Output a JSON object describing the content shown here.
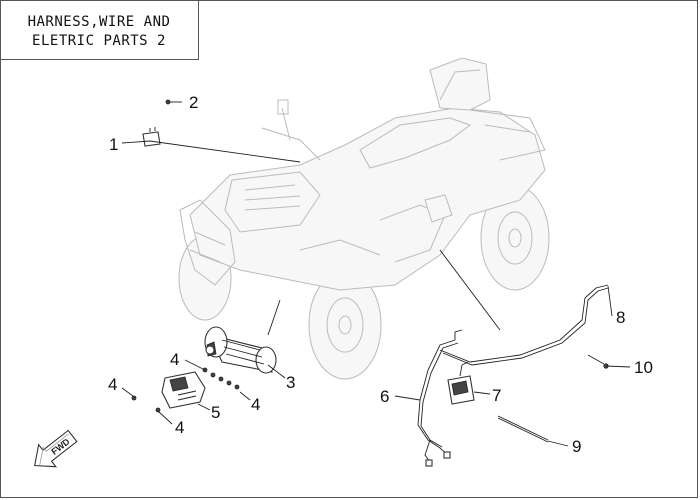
{
  "title": {
    "line1": "HARNESS,WIRE AND",
    "line2": "ELETRIC PARTS 2"
  },
  "direction_arrow": {
    "label": "FWD"
  },
  "callouts": [
    "1",
    "2",
    "3",
    "4",
    "4",
    "4",
    "4",
    "5",
    "6",
    "7",
    "8",
    "9",
    "10"
  ]
}
